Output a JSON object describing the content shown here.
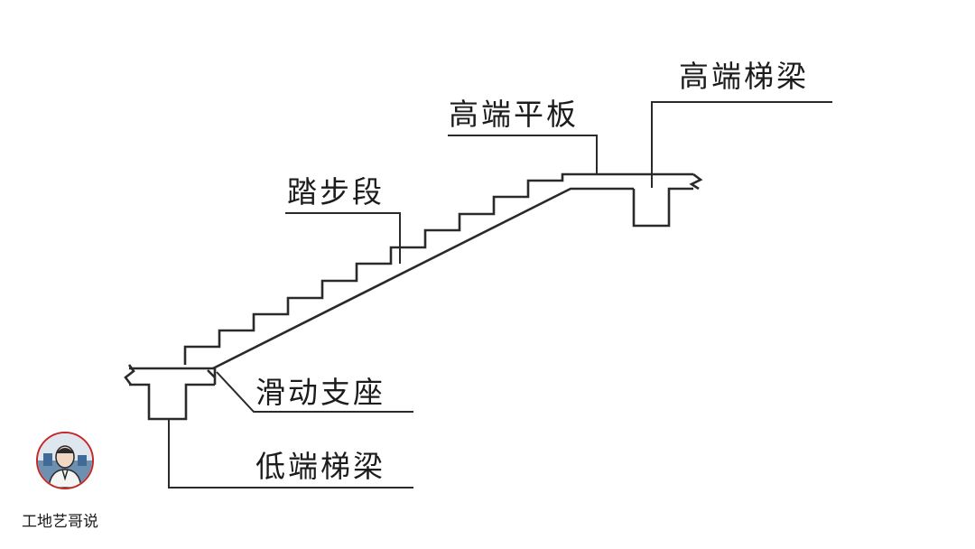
{
  "labels": {
    "high_beam": "高端梯梁",
    "high_slab": "高端平板",
    "step_section": "踏步段",
    "sliding_support": "滑动支座",
    "low_beam": "低端梯梁"
  },
  "watermark": {
    "text": "工地艺哥说",
    "avatar_icon": "person-avatar-icon"
  },
  "colors": {
    "line": "#2a2a2a",
    "avatar_border": "#c62828"
  }
}
